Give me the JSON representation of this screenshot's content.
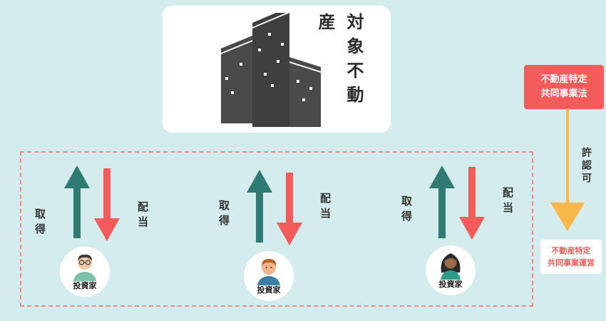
{
  "property": {
    "title": "対象不動産",
    "icon": "building-icon"
  },
  "investors": [
    {
      "name": "投資家",
      "acquire_label": "取得",
      "distribute_label": "配当",
      "avatar": "glasses-man-icon"
    },
    {
      "name": "投資家",
      "acquire_label": "取得",
      "distribute_label": "配当",
      "avatar": "man-icon"
    },
    {
      "name": "投資家",
      "acquire_label": "取得",
      "distribute_label": "配当",
      "avatar": "woman-icon"
    }
  ],
  "law": {
    "line1": "不動産特定",
    "line2": "共同事業法",
    "permit_label": "許認可"
  },
  "operator": {
    "line1": "不動産特定",
    "line2": "共同事業運営"
  },
  "colors": {
    "background": "#d5ecee",
    "acquire_arrow": "#2f7a72",
    "distribute_arrow": "#f45b5b",
    "law_box": "#f45b5b",
    "permit_arrow": "#f9b84a",
    "dashed_border": "#f08a8a"
  }
}
